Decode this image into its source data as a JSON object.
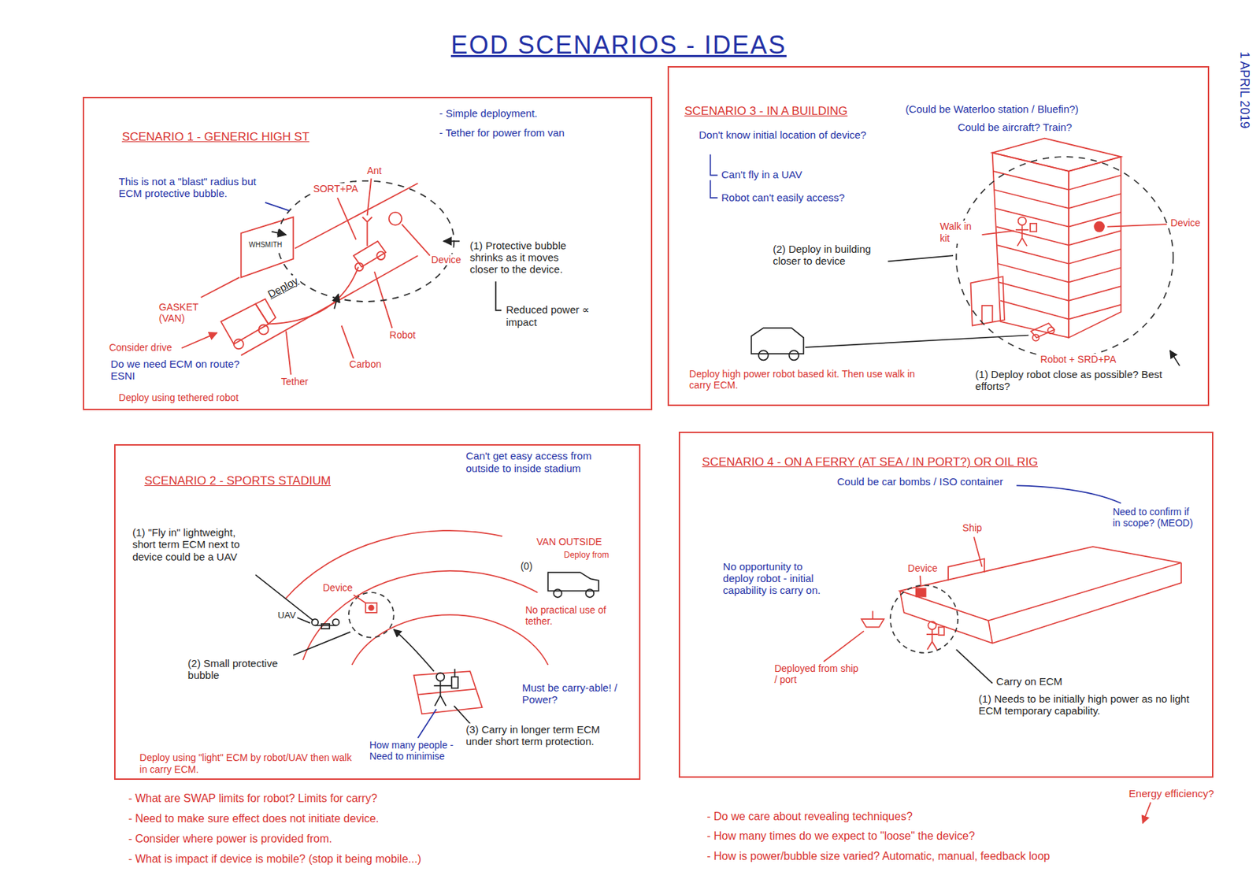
{
  "diagram": {
    "title": "EOD SCENARIOS - IDEAS",
    "nodes": [
      {
        "text": [
          "SCENARIO 1 - GENERIC HIGH ST"
        ]
      },
      {
        "text": [
          "SCENARIO 3 - IN A BUILDING"
        ]
      },
      {
        "text": [
          "SCENARIO 2 - SPORTS STADIUM"
        ]
      },
      {
        "text": [
          "SCENARIO 4 - ON A FERRY (AT SEA / IN PORT?) OR OIL RIG"
        ]
      }
    ],
    "labels": [
      "- Simple deployment.",
      "- Tether for power from van",
      "This is not a \"blast\" radius but ECM protective bubble.",
      "SORT+PA",
      "Ant",
      "WHSMITH",
      "Deploy",
      "Device",
      "(1) Protective bubble shrinks as it moves closer to the device.",
      "Reduced power ∝ impact",
      "GASKET (VAN)",
      "Consider drive",
      "Do we need ECM on route? ESNI",
      "Robot",
      "Carbon",
      "Tether",
      "Deploy using tethered robot",
      "(Could be Waterloo station / Bluefin?)",
      "Could be aircraft? Train?",
      "Don't know initial location of device?",
      "Can't fly in a UAV",
      "Robot can't easily access?",
      "Walk in kit",
      "Device",
      "(2) Deploy in building closer to device",
      "Robot + SRD+PA",
      "(1) Deploy robot close as possible? Best efforts?",
      "Deploy high power robot based kit. Then use walk in carry ECM.",
      "Can't get easy access from outside to inside stadium",
      "(1) \"Fly in\" lightweight, short term ECM next to device could be a UAV",
      "VAN OUTSIDE",
      "Deploy from",
      "(0)",
      "No practical use of tether.",
      "Device",
      "UAV",
      "(2) Small protective bubble",
      "Must be carry-able! / Power?",
      "(3) Carry in longer term ECM under short term protection.",
      "How many people - Need to minimise",
      "Deploy using \"light\" ECM by robot/UAV then walk in carry ECM.",
      "Could be car bombs / ISO container",
      "Need to confirm if in scope? (MEOD)",
      "Ship",
      "No opportunity to deploy robot - initial capability is carry on.",
      "Device",
      "Deployed from ship / port",
      "Carry on ECM",
      "(1) Needs to be initially high power as no light ECM temporary capability.",
      "- What are SWAP limits for robot? Limits for carry?",
      "- Need to make sure effect does not initiate device.",
      "- Consider where power is provided from.",
      "- What is impact if device is mobile? (stop it being mobile...)",
      "Energy efficiency?",
      "- Do we care about revealing techniques?",
      "- How many times do we expect to \"loose\" the device?",
      "- How is power/bubble size varied? Automatic, manual, feedback loop",
      "1 APRIL 2019"
    ]
  }
}
